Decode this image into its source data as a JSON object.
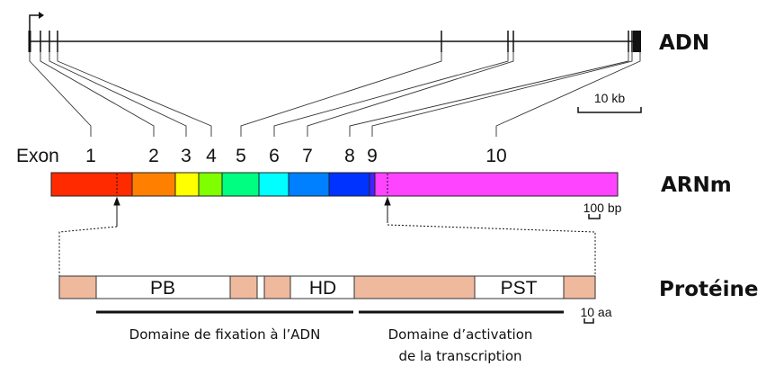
{
  "labels": {
    "dna": "ADN",
    "mrna": "ARNm",
    "protein": "Protéine",
    "exon": "Exon"
  },
  "exons": [
    "1",
    "2",
    "3",
    "4",
    "5",
    "6",
    "7",
    "8",
    "9",
    "10"
  ],
  "exon_colors": [
    "#ff2a00",
    "#ff8000",
    "#ffff00",
    "#80ff00",
    "#00ff80",
    "#00ffff",
    "#0080ff",
    "#0033ff",
    "#4422ff",
    "#ff44ff"
  ],
  "scales": {
    "dna": "10 kb",
    "mrna": "100 bp",
    "protein": "10 aa"
  },
  "protein_domains": [
    "PB",
    "HD",
    "PST"
  ],
  "protein_color": "#efb99d",
  "regions": {
    "dna_binding": "Domaine de fixation à l’ADN",
    "activation_line1": "Domaine d’activation",
    "activation_line2": "de la transcription"
  }
}
